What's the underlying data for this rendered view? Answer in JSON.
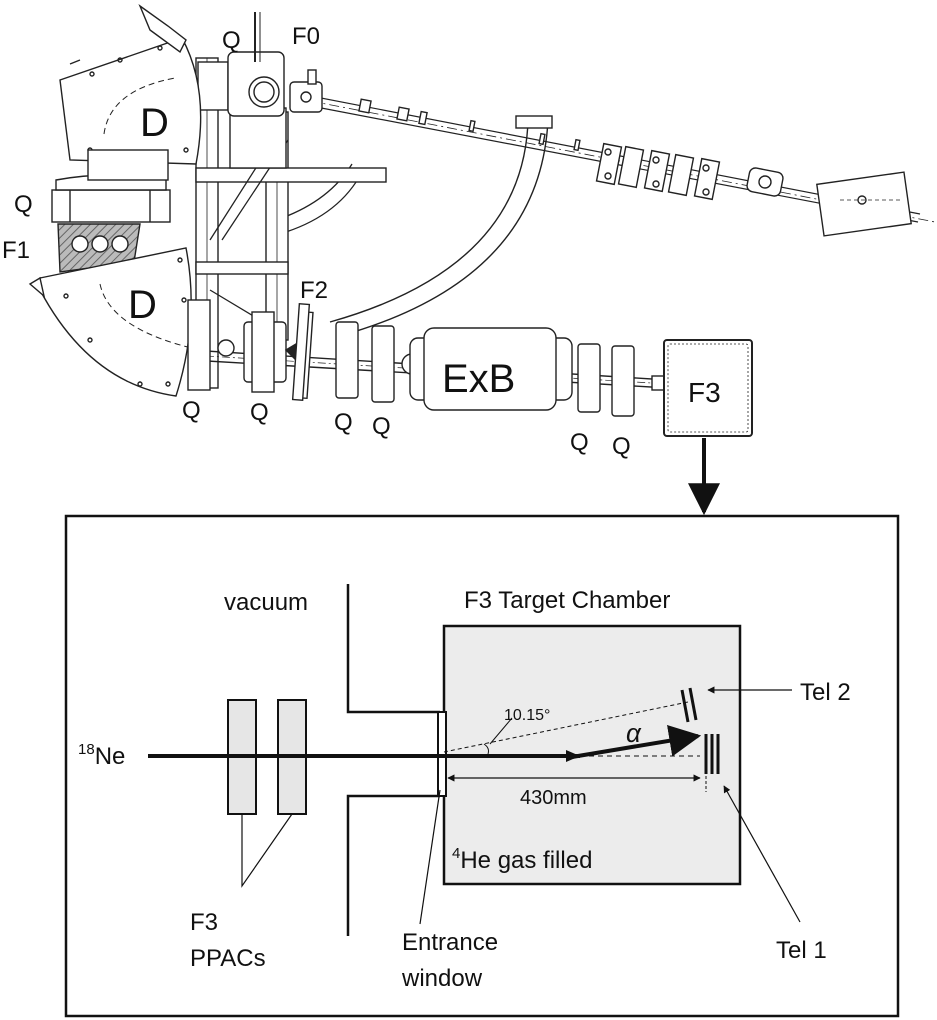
{
  "beamline": {
    "labels": {
      "q_top": "Q",
      "f0": "F0",
      "d_upper": "D",
      "q_left": "Q",
      "f1": "F1",
      "d_lower": "D",
      "f2": "F2",
      "exb": "ExB",
      "f3": "F3",
      "q_bottom": [
        "Q",
        "Q",
        "Q",
        "Q",
        "Q",
        "Q"
      ]
    }
  },
  "chamber": {
    "vacuum_label": "vacuum",
    "chamber_title": "F3 Target Chamber",
    "beam_mass_number": "18",
    "beam_element": "Ne",
    "angle_label": "10.15°",
    "alpha_label": "α",
    "tel2_label": "Tel 2",
    "tel1_label": "Tel 1",
    "distance_label": "430mm",
    "gas_mass_number": "4",
    "gas_label": "He gas filled",
    "ppac_label_1": "F3",
    "ppac_label_2": "PPACs",
    "window_label_1": "Entrance",
    "window_label_2": "window"
  },
  "colors": {
    "line": "#111111",
    "chamber_fill": "#ececec",
    "ppac_fill": "#e6e6e6",
    "ring_fill": "#d8d8d8",
    "background": "#ffffff"
  }
}
